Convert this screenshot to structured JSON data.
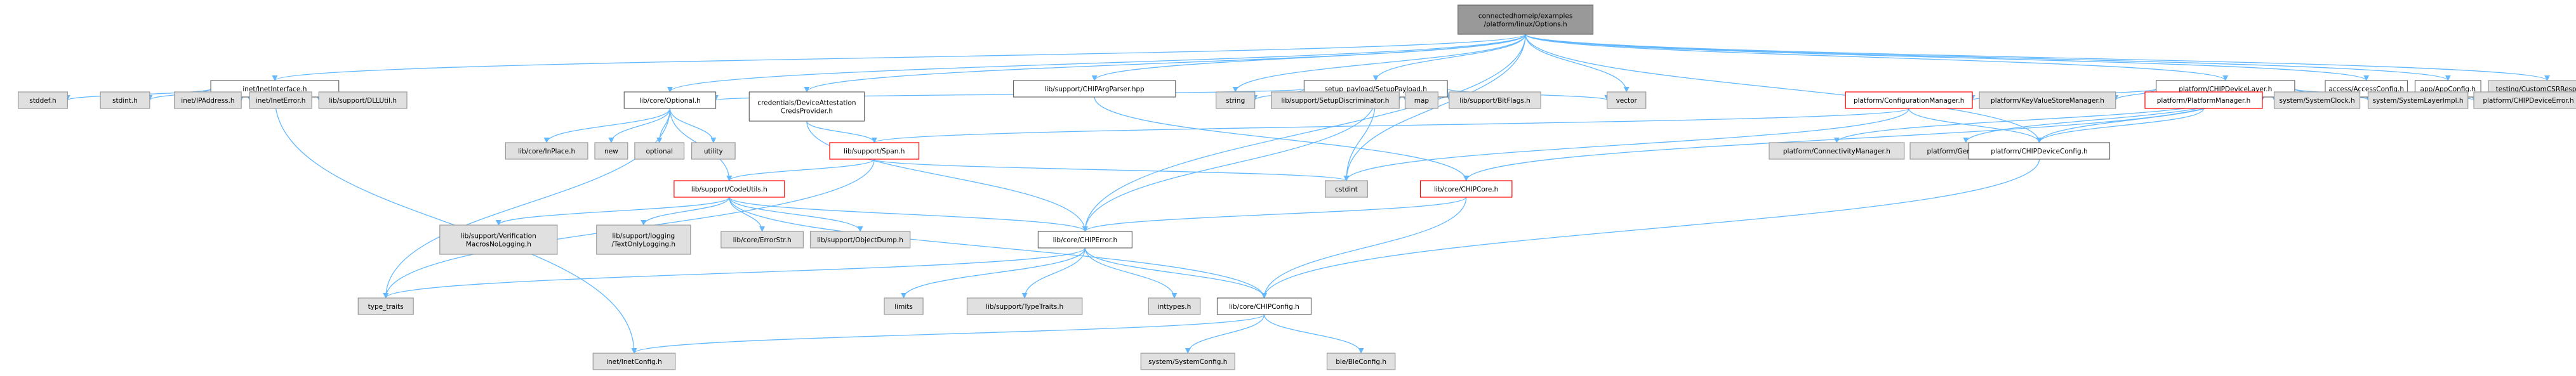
{
  "colors": {
    "root_fill": "#999999",
    "root_stroke": "#666666",
    "header_fill": "#ffffff",
    "header_stroke": "#666666",
    "truncated_stroke": "#ff0000",
    "system_fill": "#e0e0e0",
    "system_stroke": "#999999",
    "text": "#000000",
    "edge": "#63b8ff"
  },
  "nodes": [
    {
      "id": "root",
      "kind": "root",
      "lines": [
        "connectedhomeip/examples",
        "/platform/linux/Options.h"
      ]
    },
    {
      "id": "inetiface",
      "kind": "header",
      "lines": [
        "inet/InetInterface.h"
      ]
    },
    {
      "id": "argparser",
      "kind": "header",
      "lines": [
        "lib/support/CHIPArgParser.hpp"
      ]
    },
    {
      "id": "setuppayload",
      "kind": "header",
      "lines": [
        "setup_payload/SetupPayload.h"
      ]
    },
    {
      "id": "devicelayer",
      "kind": "header",
      "lines": [
        "platform/CHIPDeviceLayer.h"
      ]
    },
    {
      "id": "accessconfig",
      "kind": "header",
      "lines": [
        "access/AccessConfig.h"
      ]
    },
    {
      "id": "appconfig",
      "kind": "header",
      "lines": [
        "app/AppConfig.h"
      ]
    },
    {
      "id": "customcsr",
      "kind": "system",
      "lines": [
        "testing/CustomCSRResponse.h"
      ]
    },
    {
      "id": "stddef",
      "kind": "system",
      "lines": [
        "stddef.h"
      ]
    },
    {
      "id": "stdint",
      "kind": "system",
      "lines": [
        "stdint.h"
      ]
    },
    {
      "id": "inetipaddr",
      "kind": "system",
      "lines": [
        "inet/IPAddress.h"
      ]
    },
    {
      "id": "ineterror",
      "kind": "system",
      "lines": [
        "inet/InetError.h"
      ]
    },
    {
      "id": "dlutil",
      "kind": "system",
      "lines": [
        "lib/support/DLLUtil.h"
      ]
    },
    {
      "id": "optional",
      "kind": "header",
      "lines": [
        "lib/core/Optional.h"
      ]
    },
    {
      "id": "dacprovider",
      "kind": "header",
      "lines": [
        "credentials/DeviceAttestation",
        "CredsProvider.h"
      ]
    },
    {
      "id": "string",
      "kind": "system",
      "lines": [
        "string"
      ]
    },
    {
      "id": "setupdisc",
      "kind": "system",
      "lines": [
        "lib/support/SetupDiscriminator.h"
      ]
    },
    {
      "id": "map",
      "kind": "system",
      "lines": [
        "map"
      ]
    },
    {
      "id": "bitflags",
      "kind": "system",
      "lines": [
        "lib/support/BitFlags.h"
      ]
    },
    {
      "id": "vector",
      "kind": "system",
      "lines": [
        "vector"
      ]
    },
    {
      "id": "configmgr",
      "kind": "truncated",
      "lines": [
        "platform/ConfigurationManager.h"
      ]
    },
    {
      "id": "kvsmgr",
      "kind": "system",
      "lines": [
        "platform/KeyValueStoreManager.h"
      ]
    },
    {
      "id": "platformmgr",
      "kind": "truncated",
      "lines": [
        "platform/PlatformManager.h"
      ]
    },
    {
      "id": "sysclock",
      "kind": "system",
      "lines": [
        "system/SystemClock.h"
      ]
    },
    {
      "id": "syslayerimpl",
      "kind": "system",
      "lines": [
        "system/SystemLayerImpl.h"
      ]
    },
    {
      "id": "deverror",
      "kind": "system",
      "lines": [
        "platform/CHIPDeviceError.h"
      ]
    },
    {
      "id": "connmgr",
      "kind": "system",
      "lines": [
        "platform/ConnectivityManager.h"
      ]
    },
    {
      "id": "genutils",
      "kind": "system",
      "lines": [
        "platform/GeneralUtils.h"
      ]
    },
    {
      "id": "inplace",
      "kind": "system",
      "lines": [
        "lib/core/InPlace.h"
      ]
    },
    {
      "id": "new",
      "kind": "system",
      "lines": [
        "new"
      ]
    },
    {
      "id": "optstd",
      "kind": "system",
      "lines": [
        "optional"
      ]
    },
    {
      "id": "utility",
      "kind": "system",
      "lines": [
        "utility"
      ]
    },
    {
      "id": "span",
      "kind": "truncated",
      "lines": [
        "lib/support/Span.h"
      ]
    },
    {
      "id": "devconfig",
      "kind": "header",
      "lines": [
        "platform/CHIPDeviceConfig.h"
      ]
    },
    {
      "id": "codeutils",
      "kind": "truncated",
      "lines": [
        "lib/support/CodeUtils.h"
      ]
    },
    {
      "id": "cstdint",
      "kind": "system",
      "lines": [
        "cstdint"
      ]
    },
    {
      "id": "chipcore",
      "kind": "truncated",
      "lines": [
        "lib/core/CHIPCore.h"
      ]
    },
    {
      "id": "verifnolog",
      "kind": "system",
      "lines": [
        "lib/support/Verification",
        "MacrosNoLogging.h"
      ]
    },
    {
      "id": "textonly",
      "kind": "system",
      "lines": [
        "lib/support/logging",
        "/TextOnlyLogging.h"
      ]
    },
    {
      "id": "errorstr",
      "kind": "system",
      "lines": [
        "lib/core/ErrorStr.h"
      ]
    },
    {
      "id": "objdump",
      "kind": "system",
      "lines": [
        "lib/support/ObjectDump.h"
      ]
    },
    {
      "id": "chiperror",
      "kind": "header",
      "lines": [
        "lib/core/CHIPError.h"
      ]
    },
    {
      "id": "typetraits",
      "kind": "system",
      "lines": [
        "type_traits"
      ]
    },
    {
      "id": "limits",
      "kind": "system",
      "lines": [
        "limits"
      ]
    },
    {
      "id": "suptypetraits",
      "kind": "system",
      "lines": [
        "lib/support/TypeTraits.h"
      ]
    },
    {
      "id": "inttypes",
      "kind": "system",
      "lines": [
        "inttypes.h"
      ]
    },
    {
      "id": "chipconfig",
      "kind": "header",
      "lines": [
        "lib/core/CHIPConfig.h"
      ]
    },
    {
      "id": "inetconfig",
      "kind": "system",
      "lines": [
        "inet/InetConfig.h"
      ]
    },
    {
      "id": "sysconfig",
      "kind": "system",
      "lines": [
        "system/SystemConfig.h"
      ]
    },
    {
      "id": "bleconfig",
      "kind": "system",
      "lines": [
        "ble/BleConfig.h"
      ]
    }
  ],
  "edges": [
    [
      "root",
      "inetiface"
    ],
    [
      "root",
      "argparser"
    ],
    [
      "root",
      "setuppayload"
    ],
    [
      "root",
      "devicelayer"
    ],
    [
      "root",
      "accessconfig"
    ],
    [
      "root",
      "appconfig"
    ],
    [
      "root",
      "customcsr"
    ],
    [
      "root",
      "optional"
    ],
    [
      "root",
      "dacprovider"
    ],
    [
      "root",
      "string"
    ],
    [
      "root",
      "vector"
    ],
    [
      "root",
      "chiperror"
    ],
    [
      "root",
      "cstdint"
    ],
    [
      "root",
      "devconfig"
    ],
    [
      "inetiface",
      "stddef"
    ],
    [
      "inetiface",
      "stdint"
    ],
    [
      "inetiface",
      "inetipaddr"
    ],
    [
      "inetiface",
      "ineterror"
    ],
    [
      "inetiface",
      "dlutil"
    ],
    [
      "inetiface",
      "inetconfig"
    ],
    [
      "argparser",
      "chipcore"
    ],
    [
      "setuppayload",
      "string"
    ],
    [
      "setuppayload",
      "setupdisc"
    ],
    [
      "setuppayload",
      "map"
    ],
    [
      "setuppayload",
      "bitflags"
    ],
    [
      "setuppayload",
      "vector"
    ],
    [
      "setuppayload",
      "optional"
    ],
    [
      "setuppayload",
      "chiperror"
    ],
    [
      "setuppayload",
      "cstdint"
    ],
    [
      "devicelayer",
      "configmgr"
    ],
    [
      "devicelayer",
      "kvsmgr"
    ],
    [
      "devicelayer",
      "platformmgr"
    ],
    [
      "devicelayer",
      "sysclock"
    ],
    [
      "devicelayer",
      "syslayerimpl"
    ],
    [
      "devicelayer",
      "deverror"
    ],
    [
      "devicelayer",
      "connmgr"
    ],
    [
      "devicelayer",
      "genutils"
    ],
    [
      "devicelayer",
      "chipcore"
    ],
    [
      "devicelayer",
      "devconfig"
    ],
    [
      "optional",
      "inplace"
    ],
    [
      "optional",
      "new"
    ],
    [
      "optional",
      "optstd"
    ],
    [
      "optional",
      "utility"
    ],
    [
      "optional",
      "typetraits"
    ],
    [
      "optional",
      "codeutils"
    ],
    [
      "dacprovider",
      "span"
    ],
    [
      "dacprovider",
      "chiperror"
    ],
    [
      "configmgr",
      "span"
    ],
    [
      "configmgr",
      "cstdint"
    ],
    [
      "configmgr",
      "devconfig"
    ],
    [
      "platformmgr",
      "devconfig"
    ],
    [
      "span",
      "cstdint"
    ],
    [
      "span",
      "typetraits"
    ],
    [
      "span",
      "codeutils"
    ],
    [
      "devconfig",
      "chipconfig"
    ],
    [
      "codeutils",
      "verifnolog"
    ],
    [
      "codeutils",
      "textonly"
    ],
    [
      "codeutils",
      "errorstr"
    ],
    [
      "codeutils",
      "objdump"
    ],
    [
      "codeutils",
      "chiperror"
    ],
    [
      "codeutils",
      "chipconfig"
    ],
    [
      "chipcore",
      "chiperror"
    ],
    [
      "chipcore",
      "chipconfig"
    ],
    [
      "chiperror",
      "typetraits"
    ],
    [
      "chiperror",
      "limits"
    ],
    [
      "chiperror",
      "suptypetraits"
    ],
    [
      "chiperror",
      "inttypes"
    ],
    [
      "chiperror",
      "chipconfig"
    ],
    [
      "chipconfig",
      "inetconfig"
    ],
    [
      "chipconfig",
      "sysconfig"
    ],
    [
      "chipconfig",
      "bleconfig"
    ]
  ]
}
